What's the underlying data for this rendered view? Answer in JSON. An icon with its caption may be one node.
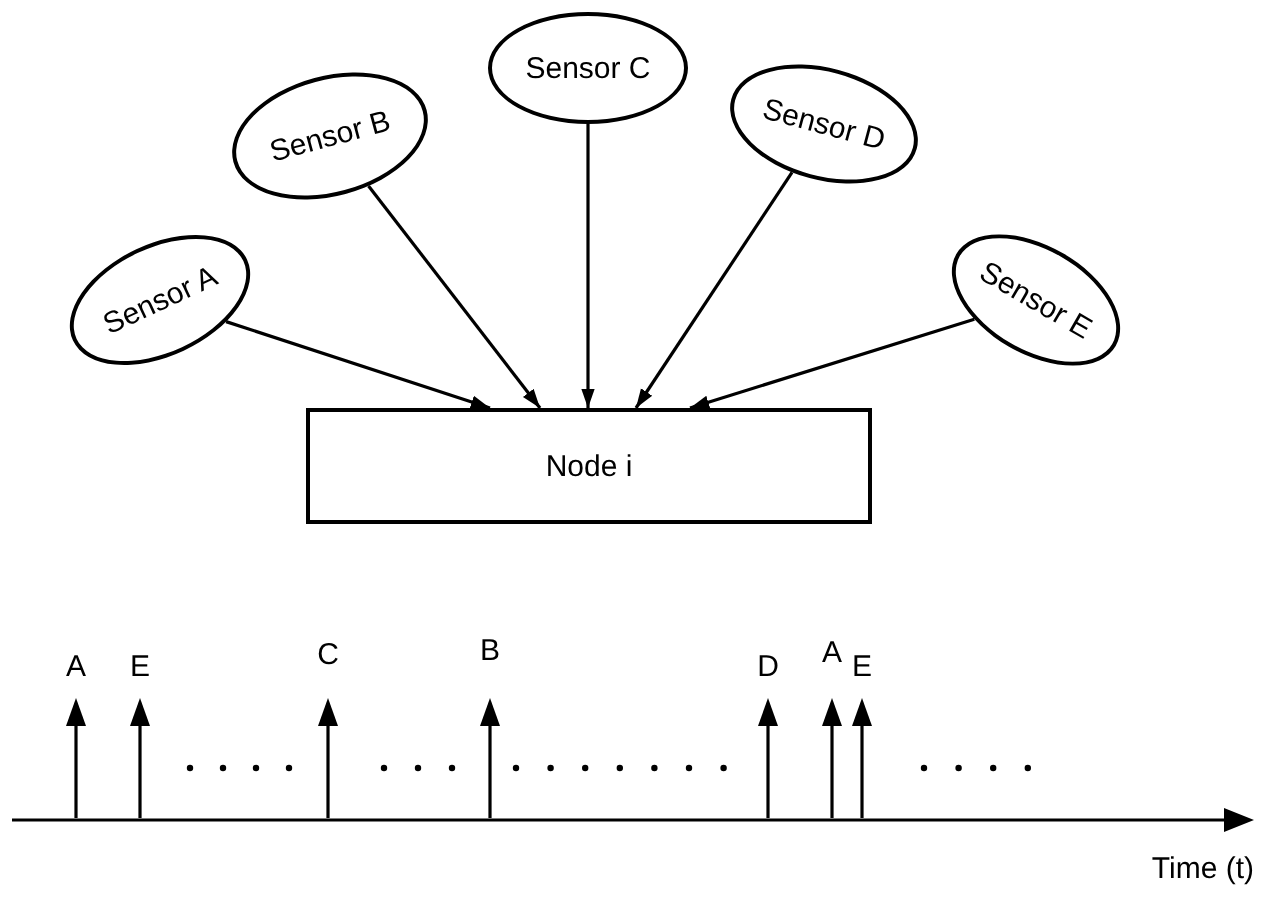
{
  "diagram": {
    "nodes": [
      {
        "text": [
          "Sensor A"
        ]
      },
      {
        "text": [
          "Sensor B"
        ]
      },
      {
        "text": [
          "Sensor C"
        ]
      },
      {
        "text": [
          "Sensor D"
        ]
      },
      {
        "text": [
          "Sensor E"
        ]
      },
      {
        "text": [
          "Node i"
        ]
      }
    ],
    "edges": [
      {
        "from": 0,
        "to": 5,
        "arrow": "to"
      },
      {
        "from": 1,
        "to": 5,
        "arrow": "to"
      },
      {
        "from": 2,
        "to": 5,
        "arrow": "to"
      },
      {
        "from": 3,
        "to": 5,
        "arrow": "to"
      },
      {
        "from": 4,
        "to": 5,
        "arrow": "to"
      }
    ],
    "labels": [
      "A",
      "E",
      "C",
      "B",
      "D",
      "A",
      "E",
      "Time (t)"
    ]
  }
}
